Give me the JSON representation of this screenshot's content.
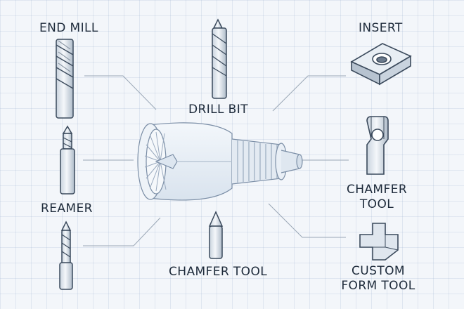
{
  "labels": {
    "end_mill": "END MILL",
    "drill_bit": "DRILL BIT",
    "insert": "INSERT",
    "reamer": "REAMER",
    "chamfer_tool_right_line1": "CHAMFER",
    "chamfer_tool_right_line2": "TOOL",
    "chamfer_tool_bottom": "CHAMFER TOOL",
    "custom_form_tool_line1": "CUSTOM",
    "custom_form_tool_line2": "FORM TOOL"
  },
  "colors": {
    "ink": "#1d2a3a",
    "tool_fill": "#dfe6ee",
    "tool_stroke": "#3b4a5c",
    "engine_stroke": "#7b8ea6",
    "engine_fill": "#eaf0f7",
    "leader_line": "#9aa7b6"
  },
  "icons": [
    "end-mill-icon",
    "drill-bit-icon",
    "insert-icon",
    "reamer-icon",
    "chamfer-tool-icon",
    "small-chamfer-tool-icon",
    "long-drill-icon",
    "custom-form-tool-icon",
    "turbofan-engine-illustration"
  ]
}
